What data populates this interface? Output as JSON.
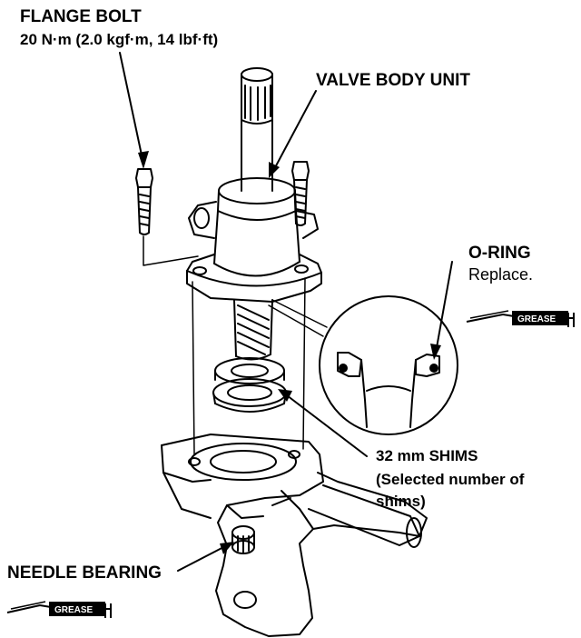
{
  "labels": {
    "flange_bolt_title": "FLANGE BOLT",
    "flange_bolt_torque": "20 N·m (2.0 kgf·m, 14 lbf·ft)",
    "valve_body_unit": "VALVE BODY UNIT",
    "o_ring_title": "O-RING",
    "o_ring_note": "Replace.",
    "shims_line1": "32 mm SHIMS",
    "shims_line2": "(Selected number of",
    "shims_line3": "shims)",
    "needle_bearing": "NEEDLE BEARING"
  },
  "grease_tubes": [
    {
      "text": "GREASE"
    },
    {
      "text": "GREASE"
    }
  ]
}
